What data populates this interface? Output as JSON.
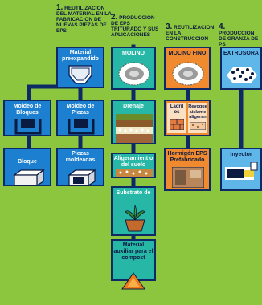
{
  "columns": [
    {
      "num": "1.",
      "title": "REUTILIZACION DEL MATERIAL EN LA FABRICACION DE NUEVAS PIEZAS DE EPS"
    },
    {
      "num": "2.",
      "title": "PRODUCCION DE EPS TRITURADO Y SUS APLICACIONES"
    },
    {
      "num": "3.",
      "title": "REUTILIZACION EN LA CONSTRUCCION"
    },
    {
      "num": "4.",
      "title": "PRODUCCION DE GRANZA DE PS"
    }
  ],
  "boxes": {
    "material": "Material preexpandido",
    "moldeo_bloques": "Moldeo de Bloques",
    "moldeo_piezas": "Moldeo de Piezas",
    "bloque": "Bloque",
    "piezas_moldeadas": "Piezas moldeadas",
    "molino": "MOLINO",
    "drenaje": "Drenaje",
    "aligeramiento": "Aligeramient o del suelo",
    "substrato": "Substrato de",
    "material_auxiliar": "Material auxiliar para el compost",
    "molino_fino": "MOLINO FINO",
    "ladrillos": "Ladril os",
    "revoque": "Revoque aislante aligeran",
    "hormigon": "Hormigón EPS Prefabricado",
    "extrusora": "EXTRUSORA",
    "inyector": "Inyector"
  },
  "colors": {
    "background": "#8cc63f",
    "wire": "#0d2a66",
    "col1": "#1c7fd0",
    "col2": "#27b7a6",
    "col3": "#f08a2e",
    "col4": "#5fb6e8"
  }
}
